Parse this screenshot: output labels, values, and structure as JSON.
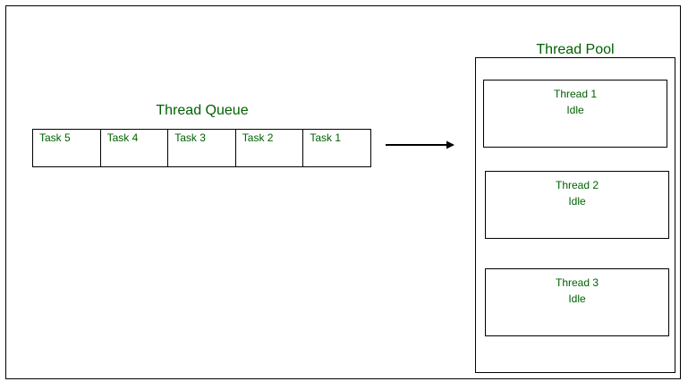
{
  "colors": {
    "label_text": "#006100",
    "border": "#000000",
    "background": "#ffffff"
  },
  "queue": {
    "title": "Thread Queue",
    "tasks": [
      "Task 5",
      "Task 4",
      "Task 3",
      "Task 2",
      "Task 1"
    ]
  },
  "pool": {
    "title": "Thread Pool",
    "threads": [
      {
        "name": "Thread 1",
        "status": "Idle"
      },
      {
        "name": "Thread 2",
        "status": "Idle"
      },
      {
        "name": "Thread 3",
        "status": "Idle"
      }
    ]
  }
}
